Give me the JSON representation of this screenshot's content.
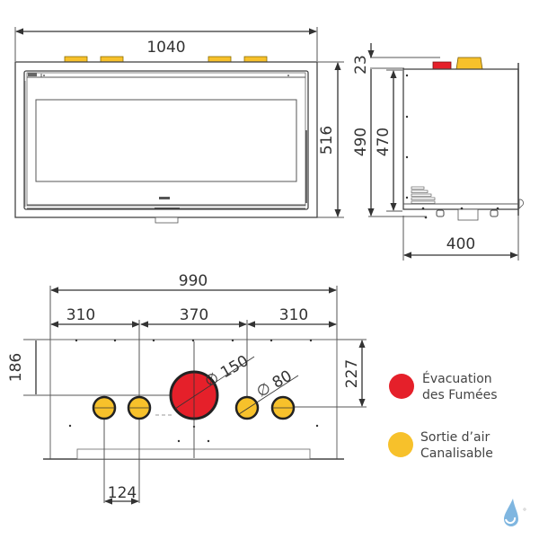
{
  "front_view": {
    "width_label": "1040",
    "height_label": "516"
  },
  "side_view": {
    "top_offset_label": "23",
    "total_height_label": "490",
    "body_height_label": "470",
    "depth_label": "400"
  },
  "top_view": {
    "total_width_label": "990",
    "left_segment_label": "310",
    "center_segment_label": "370",
    "right_segment_label": "310",
    "left_depth_label": "186",
    "right_depth_label": "227",
    "outlet_spacing_label": "124",
    "flue_diameter_label": "∅ 150",
    "air_diameter_label": "∅ 80"
  },
  "legend": {
    "items": [
      {
        "color": "#e5202a",
        "line1": "Évacuation",
        "line2": "des Fumées"
      },
      {
        "color": "#f7c12b",
        "line1": "Sortie d’air",
        "line2": "Canalisable"
      }
    ]
  },
  "colors": {
    "flue": "#e5202a",
    "air_outlet": "#f7c12b",
    "logo": "#7fb6e0"
  }
}
